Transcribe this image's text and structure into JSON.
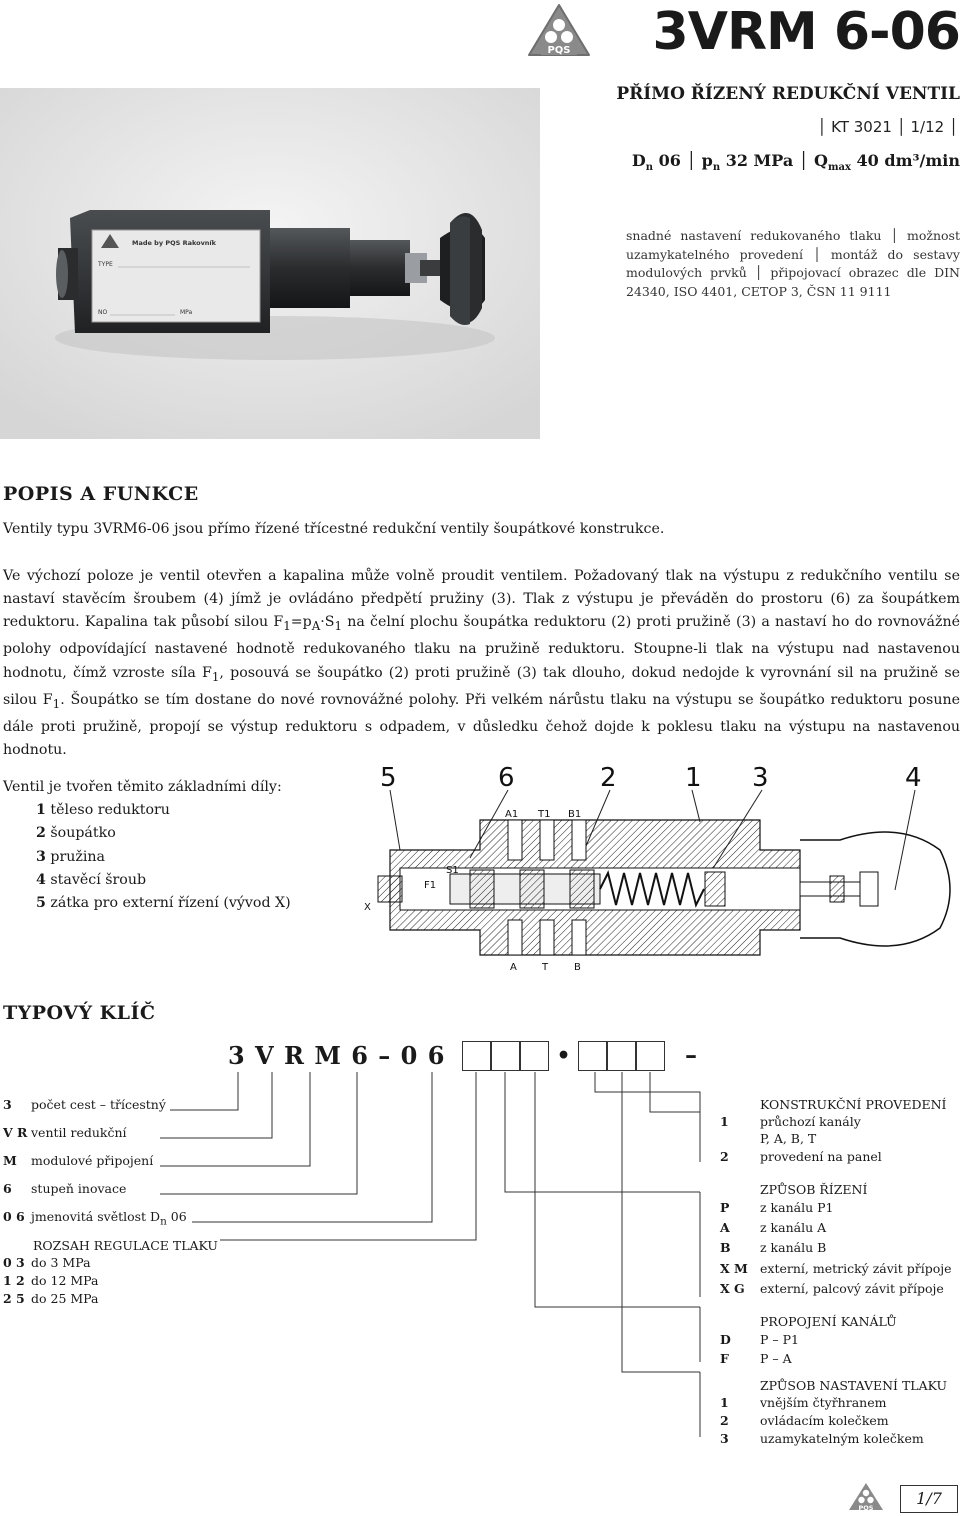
{
  "header": {
    "logo_text": "PQS",
    "title": "3VRM 6-06",
    "subtitle": "PŘÍMO ŘÍZENÝ REDUKČNÍ VENTIL",
    "kt_code": "KT 3021",
    "kt_page": "1/12",
    "specs": {
      "dn_label": "D",
      "dn_sub": "n",
      "dn_value": "06",
      "pn_label": "p",
      "pn_sub": "n",
      "pn_value": "32 MPa",
      "q_label": "Q",
      "q_sub": "max",
      "q_value": "40 dm³/min"
    }
  },
  "photo": {
    "plate_text": "Made by PQS Rakovník",
    "plate_type": "TYPE",
    "plate_no": "NO",
    "plate_mpa": "MPa"
  },
  "features": "snadné nastavení redukovaného tlaku │ možnost uzamykatelného provedení │ montáž do sestavy modulových prvků │ připojovací obrazec dle DIN 24340, ISO 4401, CETOP 3, ČSN 11 9111",
  "description": {
    "heading": "POPIS A FUNKCE",
    "p1": "Ventily typu 3VRM6-06 jsou přímo řízené třícestné redukční ventily šoupátkové konstrukce.",
    "p2_a": "Ve výchozí poloze je ventil otevřen a kapalina může volně proudit ventilem. Požadovaný tlak na výstupu z redukčního ventilu se nastaví stavěcím šroubem (4) jímž je ovládáno předpětí pružiny (3). Tlak z výstupu je převáděn do prostoru (6) za šoupátkem reduktoru. Kapalina tak působí silou F",
    "p2_b": "=p",
    "p2_c": "·S",
    "p2_d": " na čelní plochu šoupátka reduktoru (2) proti pružině (3) a nastaví ho do rovnovážné polohy odpovídající nastavené hodnotě redukovaného tlaku na pružině reduktoru. Stoupne-li tlak na výstupu nad nastavenou hodnotu, čímž vzroste síla F",
    "p2_e": ", posouvá se šoupátko (2) proti pružině (3) tak dlouho, dokud nedojde k vyrovnání sil na pružině se silou F",
    "p2_f": ". Šoupátko se tím dostane do nové rovnovážné polohy. Při velkém nárůstu tlaku na výstupu se šoupátko reduktoru posune dále proti pružině, propojí se výstup reduktoru s odpadem, v důsledku čehož dojde k poklesu tlaku na výstupu na nastavenou hodnotu.",
    "sub1": "1",
    "subA": "A",
    "parts_intro": "Ventil je tvořen těmito základními díly:",
    "parts": [
      {
        "num": "1",
        "label": "těleso reduktoru"
      },
      {
        "num": "2",
        "label": "šoupátko"
      },
      {
        "num": "3",
        "label": "pružina"
      },
      {
        "num": "4",
        "label": "stavěcí šroub"
      },
      {
        "num": "5",
        "label": "zátka pro externí řízení (vývod X)"
      }
    ]
  },
  "diagram": {
    "callouts": [
      "5",
      "6",
      "2",
      "1",
      "3",
      "4"
    ],
    "port_labels_top": [
      "A1",
      "T1",
      "B1"
    ],
    "port_labels_bottom": [
      "A",
      "T",
      "B"
    ],
    "label_x": "X",
    "label_s1": "S1",
    "label_f1": "F1"
  },
  "type_key": {
    "heading": "TYPOVÝ KLÍČ",
    "code": "3 V R M 6 – 0 6",
    "dot": "•",
    "dash": "–",
    "left": [
      {
        "code": "3",
        "label": "počet cest – třícestný"
      },
      {
        "code": "V R",
        "label": "ventil redukční"
      },
      {
        "code": "M",
        "label": "modulové připojení"
      },
      {
        "code": "6",
        "label": "stupeň inovace"
      },
      {
        "code": "0 6",
        "label": "jmenovitá světlost D",
        "sub": "n",
        "suffix": " 06"
      }
    ],
    "range_heading": "ROZSAH REGULACE TLAKU",
    "ranges": [
      {
        "code": "0 3",
        "label": "do 3 MPa"
      },
      {
        "code": "1 2",
        "label": "do 12 MPa"
      },
      {
        "code": "2 5",
        "label": "do 25 MPa"
      }
    ],
    "groups": [
      {
        "heading": "KONSTRUKČNÍ PROVEDENÍ",
        "items": [
          {
            "code": "1",
            "label": "průchozí kanály"
          },
          {
            "code": "",
            "label": "P, A, B, T"
          },
          {
            "code": "2",
            "label": "provedení na panel"
          }
        ]
      },
      {
        "heading": "ZPŮSOB ŘÍZENÍ",
        "items": [
          {
            "code": "P",
            "label": "z kanálu P1"
          },
          {
            "code": "A",
            "label": "z kanálu A"
          },
          {
            "code": "B",
            "label": "z kanálu B"
          },
          {
            "code": "X M",
            "label": "externí, metrický závit přípoje"
          },
          {
            "code": "X G",
            "label": "externí, palcový závit přípoje"
          }
        ]
      },
      {
        "heading": "PROPOJENÍ KANÁLŮ",
        "items": [
          {
            "code": "D",
            "label": "P – P1"
          },
          {
            "code": "F",
            "label": "P – A"
          }
        ]
      },
      {
        "heading": "ZPŮSOB NASTAVENÍ TLAKU",
        "items": [
          {
            "code": "1",
            "label": "vnějším čtyřhranem"
          },
          {
            "code": "2",
            "label": "ovládacím kolečkem"
          },
          {
            "code": "3",
            "label": "uzamykatelným kolečkem"
          }
        ]
      }
    ]
  },
  "footer": {
    "logo_text": "PQS",
    "page": "1/7"
  },
  "colors": {
    "logo_grey": "#8a8a8a",
    "valve_body": "#2b2d2f",
    "photo_bg": "#e6e6e6"
  }
}
